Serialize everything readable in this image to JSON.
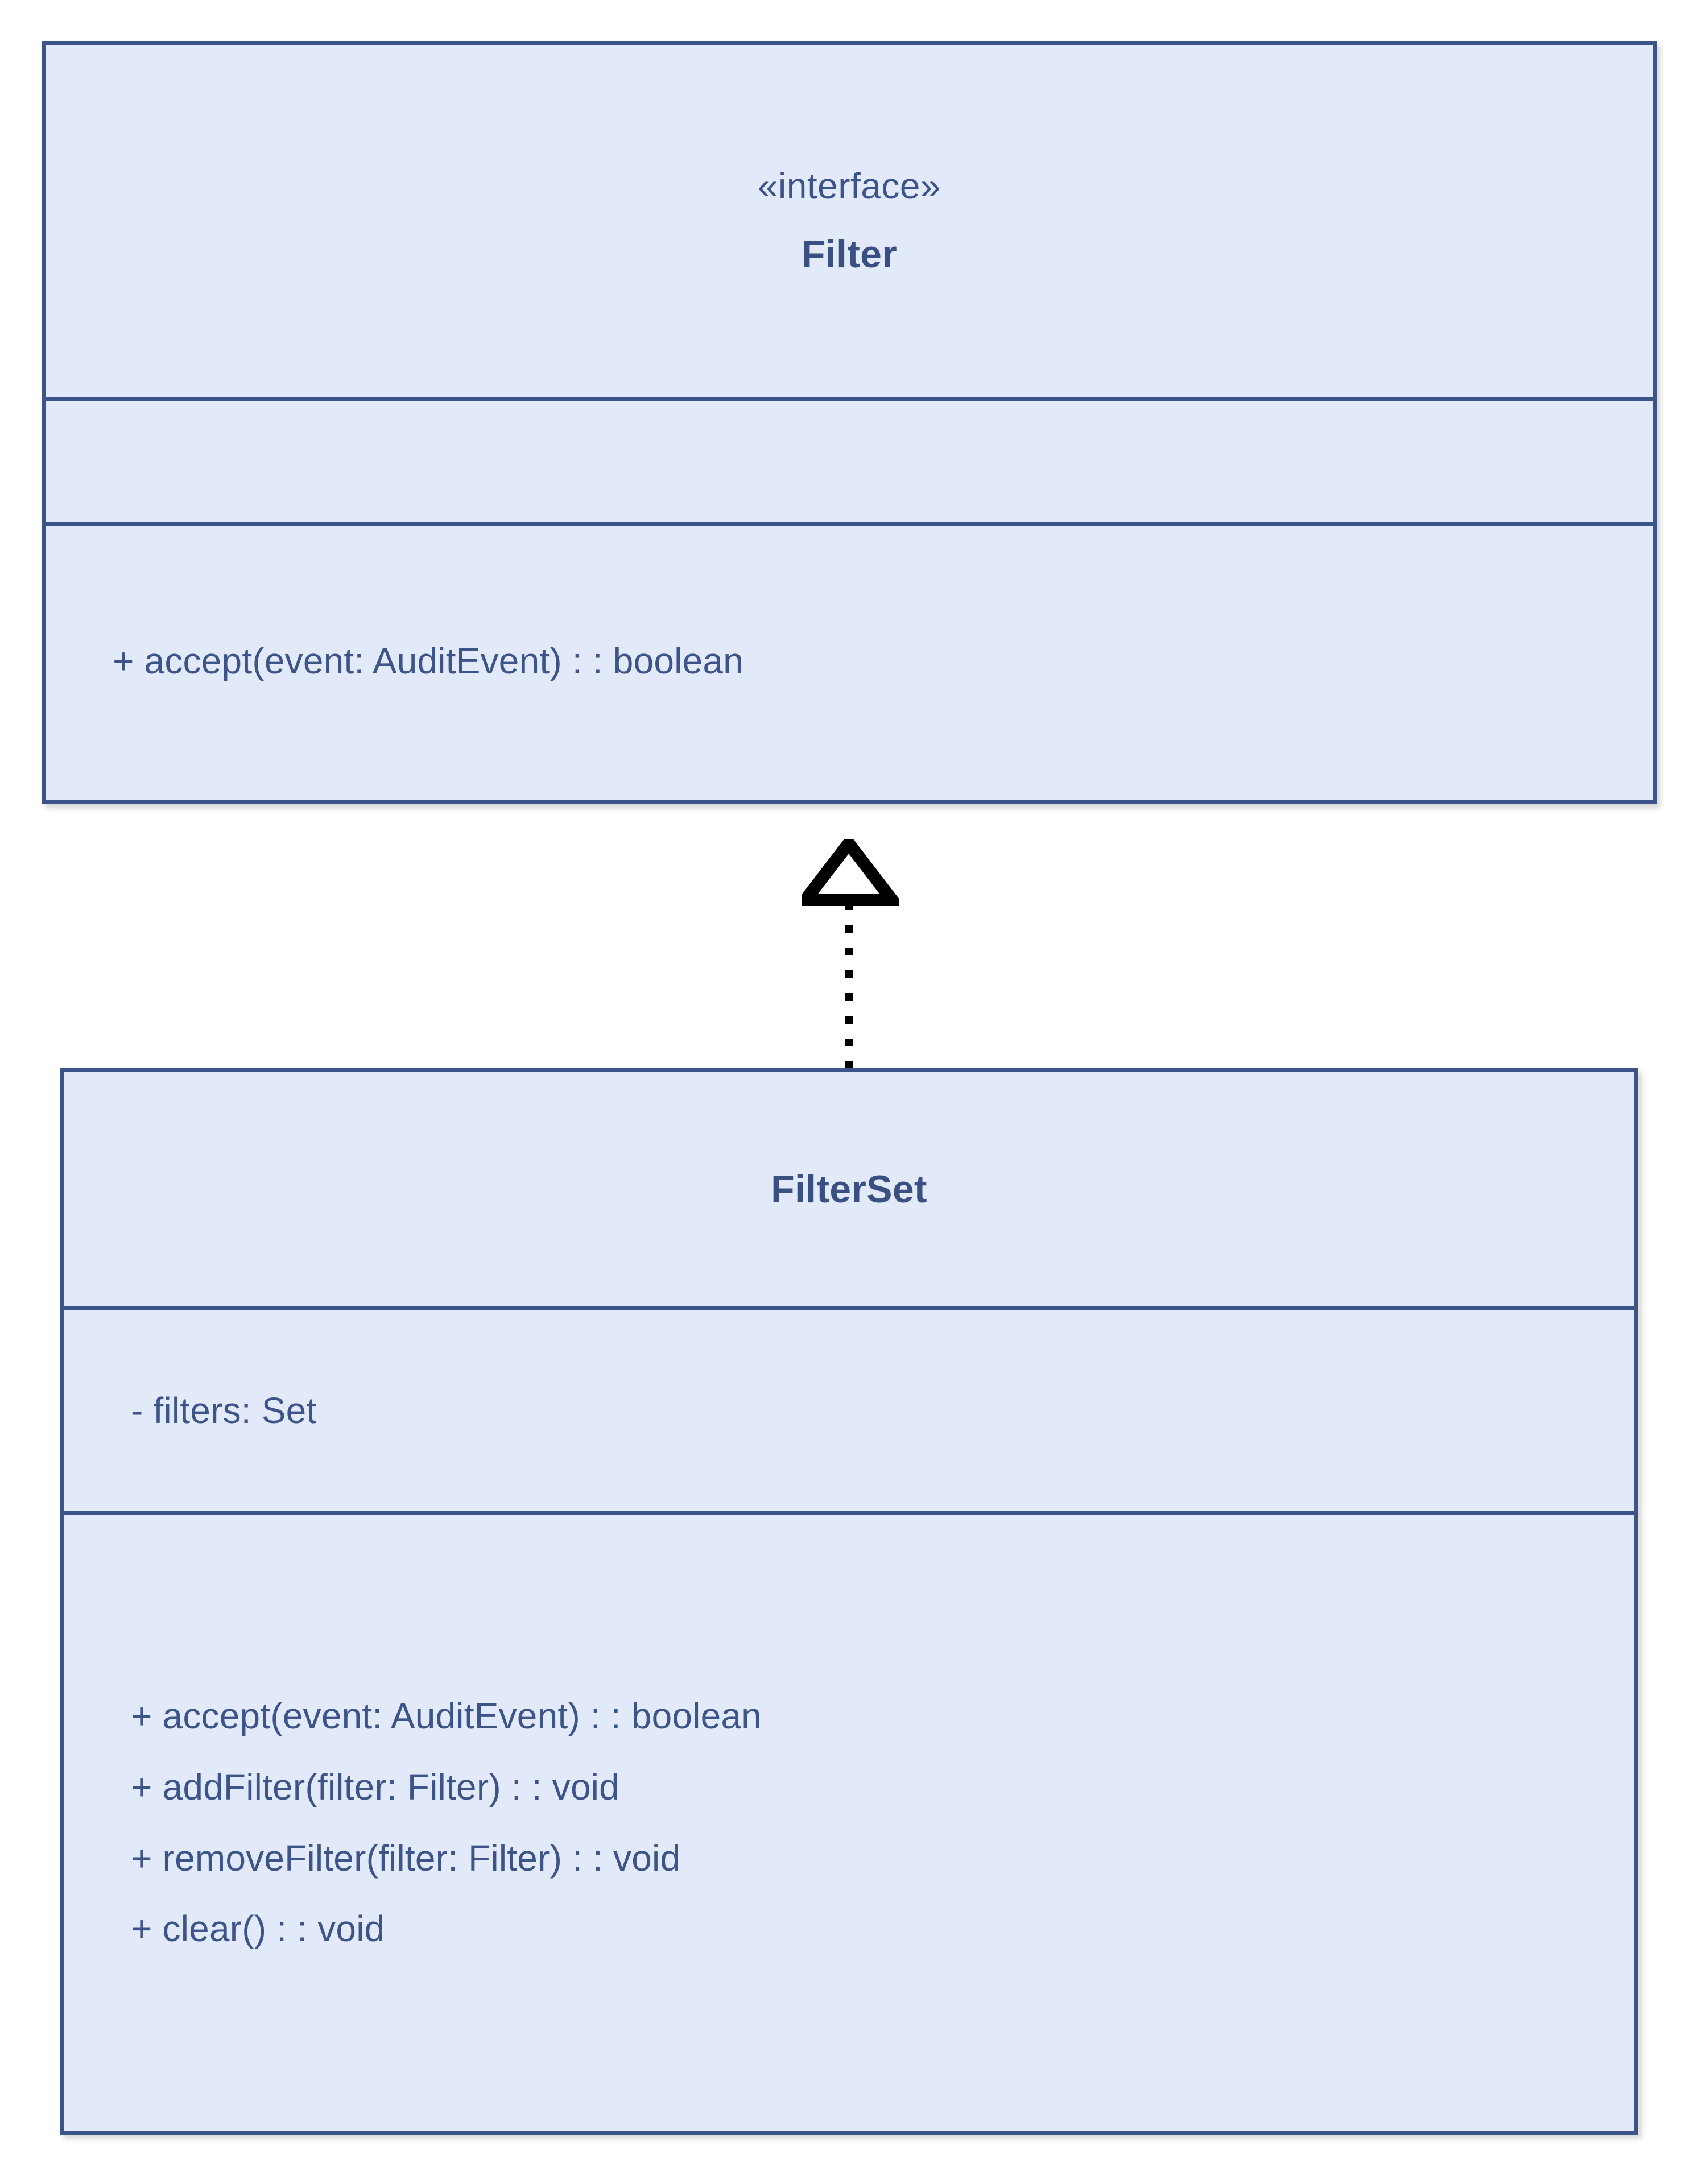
{
  "diagram": {
    "type": "uml-class-diagram",
    "background_color": "#ffffff",
    "class_fill_color": "#e2e9f9",
    "class_border_color": "#3d5488",
    "text_color": "#3d5488",
    "connector_color": "#000000",
    "classes": [
      {
        "id": "filter",
        "stereotype": "«interface»",
        "name": "Filter",
        "attributes": [],
        "operations": [
          "+ accept(event: AuditEvent) : : boolean"
        ]
      },
      {
        "id": "filterset",
        "stereotype": "",
        "name": "FilterSet",
        "attributes": [
          "- filters: Set"
        ],
        "operations": [
          "+ accept(event: AuditEvent) : : boolean",
          "+ addFilter(filter: Filter) : : void",
          "+ removeFilter(filter: Filter) : : void",
          "+ clear() : : void"
        ]
      }
    ],
    "relationships": [
      {
        "kind": "realization",
        "source": "filterset",
        "target": "filter",
        "line_style": "dotted",
        "arrowhead": "hollow-triangle"
      }
    ]
  }
}
